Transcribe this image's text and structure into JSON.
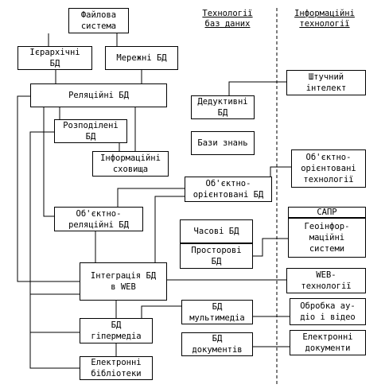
{
  "headers": {
    "db_technologies": "Технології\nбаз даних",
    "info_technologies": "Інформаційні\nтехнології"
  },
  "nodes": {
    "file_system": "Файлова\nсистема",
    "hierarchical_db": "Ієрархічні\nБД",
    "network_db": "Мережні БД",
    "relational_db": "Реляційні БД",
    "distributed_db": "Розподілені\nБД",
    "info_warehouses": "Інформаційні\nсховища",
    "deductive_db": "Дедуктивні\nБД",
    "knowledge_bases": "Бази знань",
    "object_oriented_db": "Об'єктно-\nорієнтовані БД",
    "object_relational_db": "Об'єктно-\nреляційні БД",
    "temporal_db": "Часові БД",
    "spatial_db": "Просторові\nБД",
    "db_web_integration": "Інтеграція БД\nв WEB",
    "multimedia_db": "БД\nмультимедіа",
    "hypermedia_db": "БД\nгіпермедіа",
    "document_db": "БД\nдокументів",
    "electronic_libraries": "Електронні\nбібліотеки",
    "artificial_intelligence": "Штучний\nінтелект",
    "oo_technologies": "Об'єктно-\nорієнтовані\nтехнології",
    "cad": "САПР",
    "gis": "Геоінфор-\nмаційні\nсистеми",
    "web_technologies": "WEB-\nтехнології",
    "audio_video_processing": "Обробка ау-\nдіо і відео",
    "electronic_documents": "Електронні\nдокументи"
  }
}
